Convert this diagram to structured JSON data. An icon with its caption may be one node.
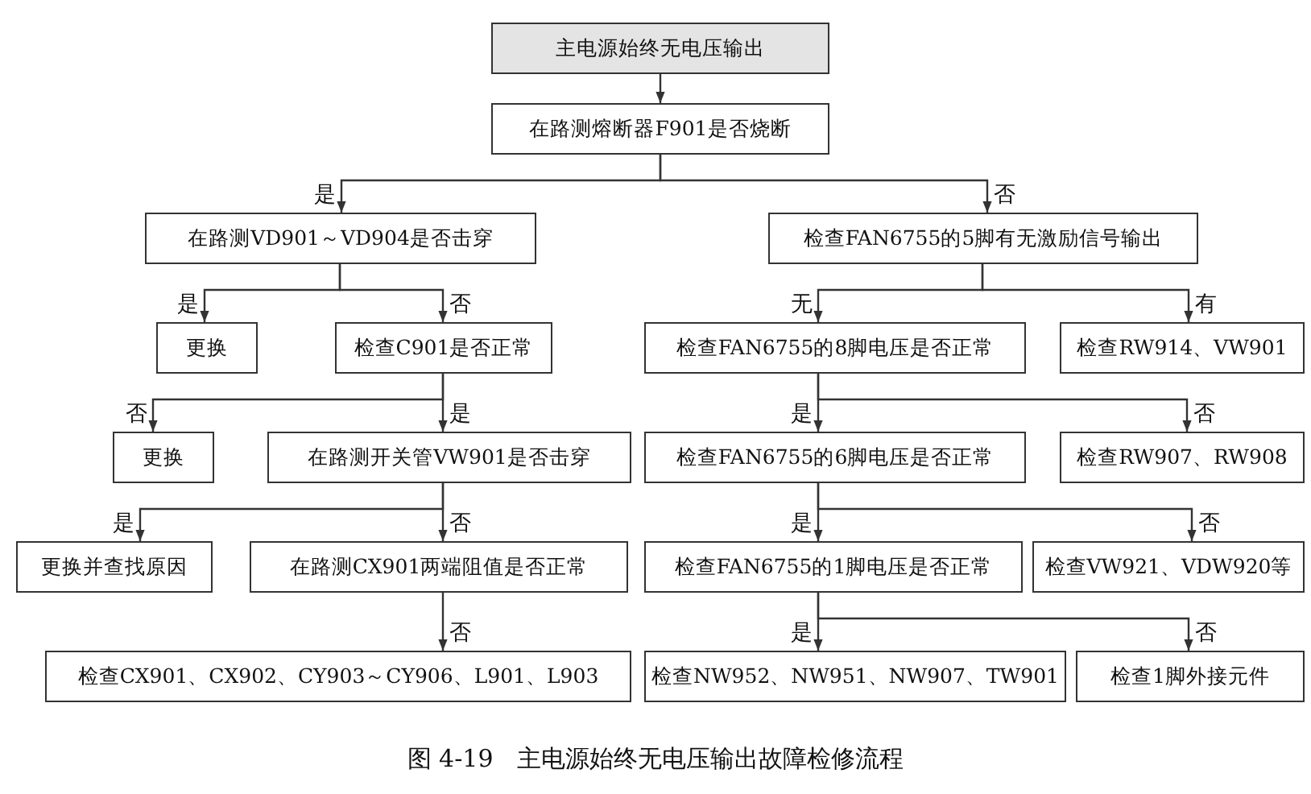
{
  "diagram": {
    "caption": "图 4-19　主电源始终无电压输出故障检修流程",
    "nodes": [
      {
        "text": [
          "主电源始终无电压输出"
        ]
      },
      {
        "text": [
          "在路测熔断器F901是否烧断"
        ]
      },
      {
        "text": [
          "在路测VD901～VD904是否击穿"
        ]
      },
      {
        "text": [
          "检查FAN6755的5脚有无激励信号输出"
        ]
      },
      {
        "text": [
          "更换"
        ]
      },
      {
        "text": [
          "检查C901是否正常"
        ]
      },
      {
        "text": [
          "检查FAN6755的8脚电压是否正常"
        ]
      },
      {
        "text": [
          "检查RW914、VW901"
        ]
      },
      {
        "text": [
          "更换"
        ]
      },
      {
        "text": [
          "在路测开关管VW901是否击穿"
        ]
      },
      {
        "text": [
          "检查FAN6755的6脚电压是否正常"
        ]
      },
      {
        "text": [
          "检查RW907、RW908"
        ]
      },
      {
        "text": [
          "更换并查找原因"
        ]
      },
      {
        "text": [
          "在路测CX901两端阻值是否正常"
        ]
      },
      {
        "text": [
          "检查FAN6755的1脚电压是否正常"
        ]
      },
      {
        "text": [
          "检查VW921、VDW920等"
        ]
      },
      {
        "text": [
          "检查CX901、CX902、CY903～CY906、L901、L903"
        ]
      },
      {
        "text": [
          "检查NW952、NW951、NW907、TW901"
        ]
      },
      {
        "text": [
          "检查1脚外接元件"
        ]
      }
    ],
    "edges": [
      {
        "from": 0,
        "to": 1,
        "arrow": "to"
      },
      {
        "from": 1,
        "to": 2,
        "arrow": "to",
        "label": "是"
      },
      {
        "from": 1,
        "to": 3,
        "arrow": "to",
        "label": "否"
      },
      {
        "from": 2,
        "to": 4,
        "arrow": "to",
        "label": "是"
      },
      {
        "from": 2,
        "to": 5,
        "arrow": "to",
        "label": "否"
      },
      {
        "from": 3,
        "to": 6,
        "arrow": "to",
        "label": "无"
      },
      {
        "from": 3,
        "to": 7,
        "arrow": "to",
        "label": "有"
      },
      {
        "from": 5,
        "to": 8,
        "arrow": "to",
        "label": "否"
      },
      {
        "from": 5,
        "to": 9,
        "arrow": "to",
        "label": "是"
      },
      {
        "from": 6,
        "to": 10,
        "arrow": "to",
        "label": "是"
      },
      {
        "from": 6,
        "to": 11,
        "arrow": "to",
        "label": "否"
      },
      {
        "from": 9,
        "to": 12,
        "arrow": "to",
        "label": "是"
      },
      {
        "from": 9,
        "to": 13,
        "arrow": "to",
        "label": "否"
      },
      {
        "from": 10,
        "to": 14,
        "arrow": "to",
        "label": "是"
      },
      {
        "from": 10,
        "to": 15,
        "arrow": "to",
        "label": "否"
      },
      {
        "from": 13,
        "to": 16,
        "arrow": "to",
        "label": "否"
      },
      {
        "from": 14,
        "to": 17,
        "arrow": "to",
        "label": "是"
      },
      {
        "from": 14,
        "to": 18,
        "arrow": "to",
        "label": "否"
      }
    ]
  }
}
